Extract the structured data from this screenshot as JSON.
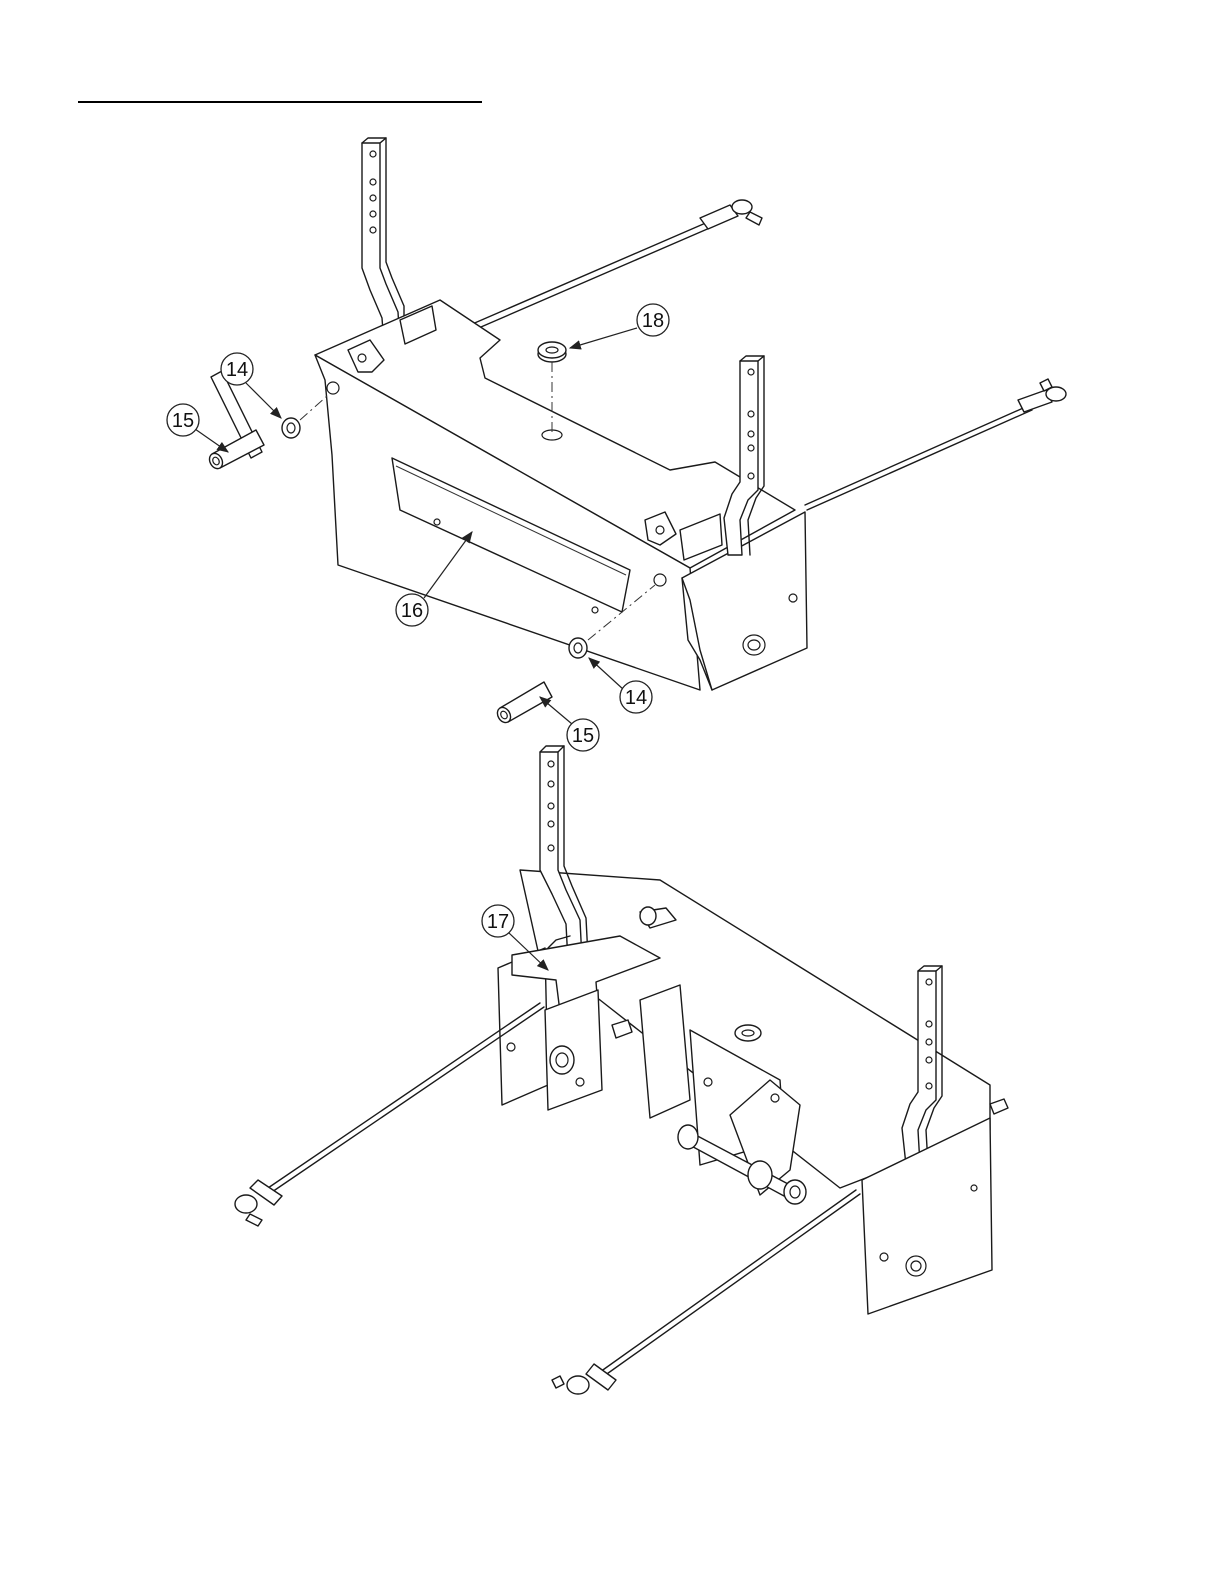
{
  "callouts": {
    "c14a": "14",
    "c15a": "15",
    "c18": "18",
    "c16": "16",
    "c14b": "14",
    "c15b": "15",
    "c17": "17"
  },
  "colors": {
    "line": "#1a1a1a",
    "paper": "#ffffff"
  }
}
